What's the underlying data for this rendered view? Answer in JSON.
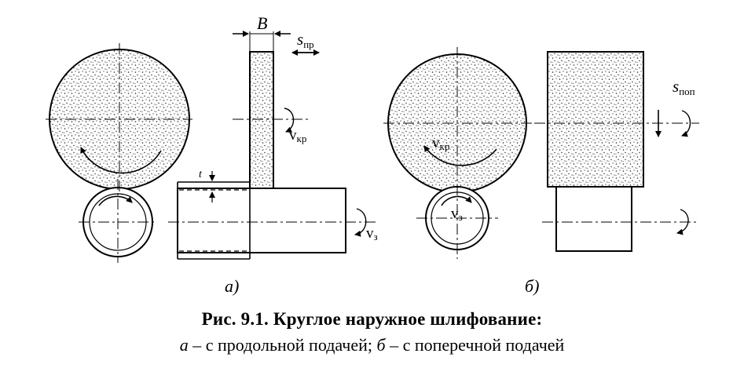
{
  "diagram": {
    "part_a": {
      "label_B": "B",
      "label_s": "s",
      "label_s_sub": "пр",
      "label_vkr": "v",
      "label_vkr_sub": "кр",
      "label_vz": "v",
      "label_vz_sub": "з",
      "label_t": "t",
      "caption": "а)"
    },
    "part_b": {
      "label_s": "s",
      "label_s_sub": "поп",
      "label_vkr": "v",
      "label_vkr_sub": "кр",
      "label_vz": "v",
      "label_vz_sub": "з",
      "caption": "б)"
    }
  },
  "caption": {
    "title": "Рис. 9.1. Круглое наружное шлифование:",
    "line2_a": "а",
    "line2_a_text": " – с продольной подачей; ",
    "line2_b": "б",
    "line2_b_text": " – с поперечной подачей"
  }
}
